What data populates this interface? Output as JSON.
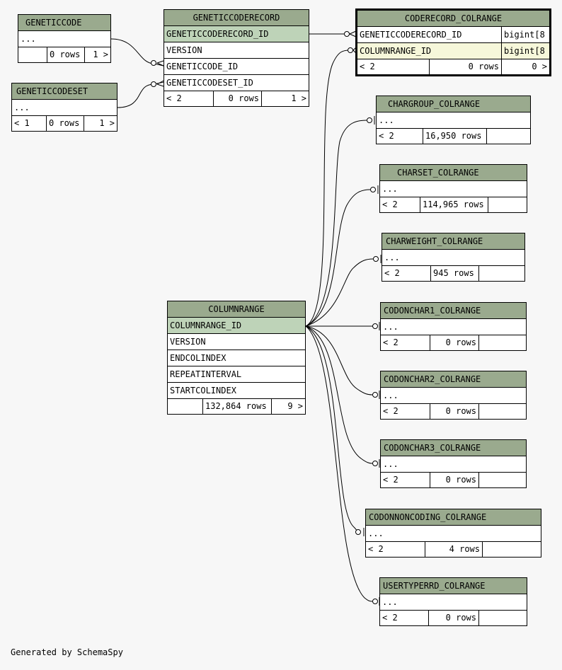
{
  "footer_text": "Generated by SchemaSpy",
  "tables": {
    "geneticcode": {
      "name": "GENETICCODE",
      "rows": [
        "..."
      ],
      "foot": [
        "",
        "0 rows",
        "1 >"
      ]
    },
    "geneticcodeset": {
      "name": "GENETICCODESET",
      "rows": [
        "..."
      ],
      "foot": [
        "< 1",
        "0 rows",
        "1 >"
      ]
    },
    "geneticcoderecord": {
      "name": "GENETICCODERECORD",
      "rows": [
        "GENETICCODERECORD_ID",
        "VERSION",
        "GENETICCODE_ID",
        "GENETICCODESET_ID"
      ],
      "foot": [
        "< 2",
        "0 rows",
        "1 >"
      ]
    },
    "coderecord_colrange": {
      "name": "CODERECORD_COLRANGE",
      "rows": [
        {
          "name": "GENETICCODERECORD_ID",
          "type": "bigint[8"
        },
        {
          "name": "COLUMNRANGE_ID",
          "type": "bigint[8"
        }
      ],
      "foot": [
        "< 2",
        "0 rows",
        "0 >"
      ]
    },
    "chargroup_colrange": {
      "name": "CHARGROUP_COLRANGE",
      "rows": [
        "..."
      ],
      "foot": [
        "< 2",
        "16,950 rows",
        ""
      ]
    },
    "charset_colrange": {
      "name": "CHARSET_COLRANGE",
      "rows": [
        "..."
      ],
      "foot": [
        "< 2",
        "114,965 rows",
        ""
      ]
    },
    "charweight_colrange": {
      "name": "CHARWEIGHT_COLRANGE",
      "rows": [
        "..."
      ],
      "foot": [
        "< 2",
        "945 rows",
        ""
      ]
    },
    "codonchar1_colrange": {
      "name": "CODONCHAR1_COLRANGE",
      "rows": [
        "..."
      ],
      "foot": [
        "< 2",
        "0 rows",
        ""
      ]
    },
    "codonchar2_colrange": {
      "name": "CODONCHAR2_COLRANGE",
      "rows": [
        "..."
      ],
      "foot": [
        "< 2",
        "0 rows",
        ""
      ]
    },
    "codonchar3_colrange": {
      "name": "CODONCHAR3_COLRANGE",
      "rows": [
        "..."
      ],
      "foot": [
        "< 2",
        "0 rows",
        ""
      ]
    },
    "codonnoncoding_colrange": {
      "name": "CODONNONCODING_COLRANGE",
      "rows": [
        "..."
      ],
      "foot": [
        "< 2",
        "4 rows",
        ""
      ]
    },
    "usertypeprd_colrange": {
      "name": "USERTYPERRD_COLRANGE",
      "rows": [
        "..."
      ],
      "foot": [
        "< 2",
        "0 rows",
        ""
      ]
    },
    "columnrange": {
      "name": "COLUMNRANGE",
      "rows": [
        "COLUMNRANGE_ID",
        "VERSION",
        "ENDCOLINDEX",
        "REPEATINTERVAL",
        "STARTCOLINDEX"
      ],
      "foot": [
        "",
        "132,864 rows",
        "9 >"
      ]
    }
  }
}
